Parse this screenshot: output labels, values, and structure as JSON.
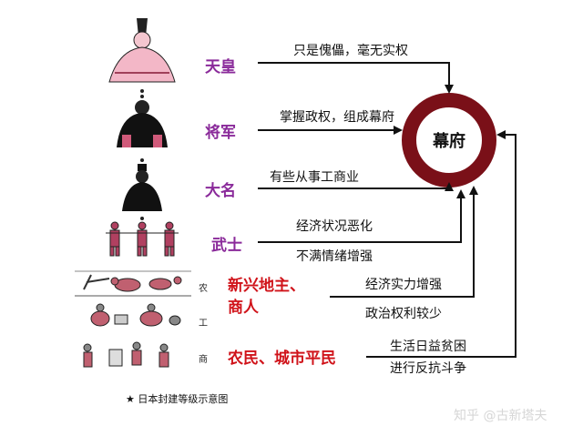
{
  "center": "幕府",
  "ranks": [
    {
      "label": "天皇",
      "desc": [
        "只是傀儡，毫无实权"
      ]
    },
    {
      "label": "将军",
      "desc": [
        "掌握政权，组成幕府"
      ]
    },
    {
      "label": "大名",
      "desc": [
        "有些从事工商业"
      ]
    },
    {
      "label": "武士",
      "desc": [
        "经济状况恶化",
        "不满情绪增强"
      ]
    },
    {
      "label_lines": [
        "新兴地主、",
        "商人"
      ],
      "desc": [
        "经济实力增强",
        "政治权利较少"
      ]
    },
    {
      "label": "农民、城市平民",
      "desc": [
        "生活日益贫困",
        "进行反抗斗争"
      ]
    }
  ],
  "side_labels": [
    "农",
    "工",
    "商"
  ],
  "caption": "★ 日本封建等级示意图",
  "watermark": "知乎 @古新塔夫",
  "colors": {
    "purple": "#8a2a9a",
    "red": "#d0131a",
    "ring": "#7a1018"
  }
}
